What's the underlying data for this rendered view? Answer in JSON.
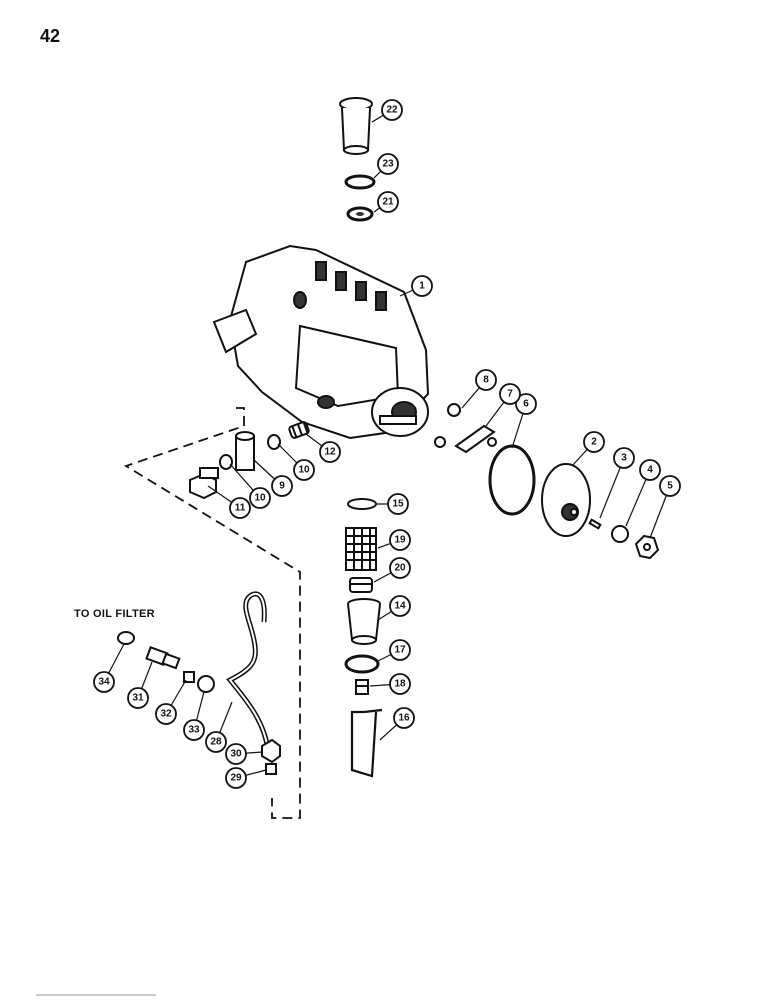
{
  "page": {
    "number": "42"
  },
  "labels": {
    "to_oil_filter": "TO OIL FILTER"
  },
  "callouts": [
    "1",
    "2",
    "3",
    "4",
    "5",
    "6",
    "7",
    "8",
    "9",
    "10",
    "10",
    "11",
    "12",
    "14",
    "15",
    "16",
    "17",
    "18",
    "19",
    "20",
    "21",
    "22",
    "23",
    "28",
    "29",
    "30",
    "31",
    "32",
    "33",
    "34"
  ],
  "colors": {
    "ink": "#111111",
    "paper": "#ffffff",
    "gray": "#888888"
  }
}
